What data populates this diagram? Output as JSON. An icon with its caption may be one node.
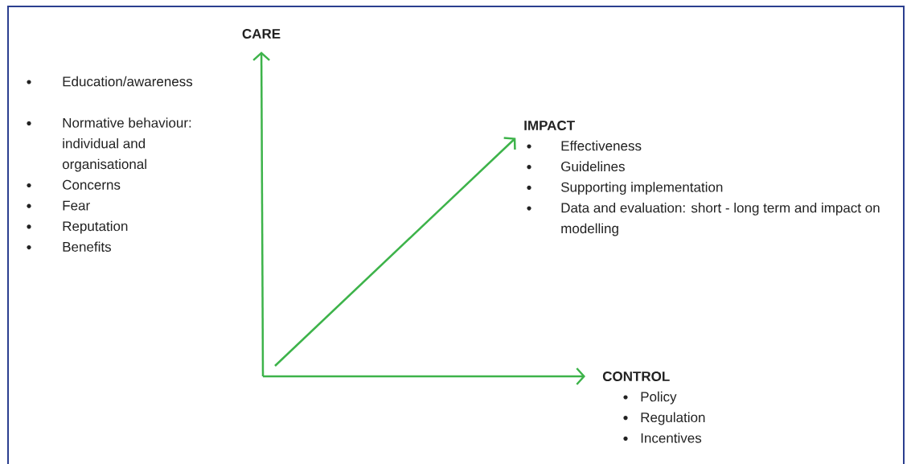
{
  "diagram": {
    "nodes": [
      {
        "text": [
          "CARE"
        ],
        "beside": [
          "Education/awareness",
          "Normative behaviour: individual and organisational",
          "Concerns",
          "Fear",
          "Reputation",
          "Benefits"
        ]
      },
      {
        "text": [
          "IMPACT"
        ],
        "beside": [
          "Effectiveness",
          "Guidelines",
          "Supporting implementation",
          "Data and evaluation: short - long term and impact on modelling"
        ]
      },
      {
        "text": [
          "CONTROL"
        ],
        "beside": [
          "Policy",
          "Regulation",
          "Incentives"
        ]
      }
    ],
    "edges": [
      {
        "from": null,
        "to": 0,
        "arrow": "to"
      },
      {
        "from": null,
        "to": 1,
        "arrow": "to"
      },
      {
        "from": null,
        "to": 2,
        "arrow": "to"
      }
    ]
  }
}
